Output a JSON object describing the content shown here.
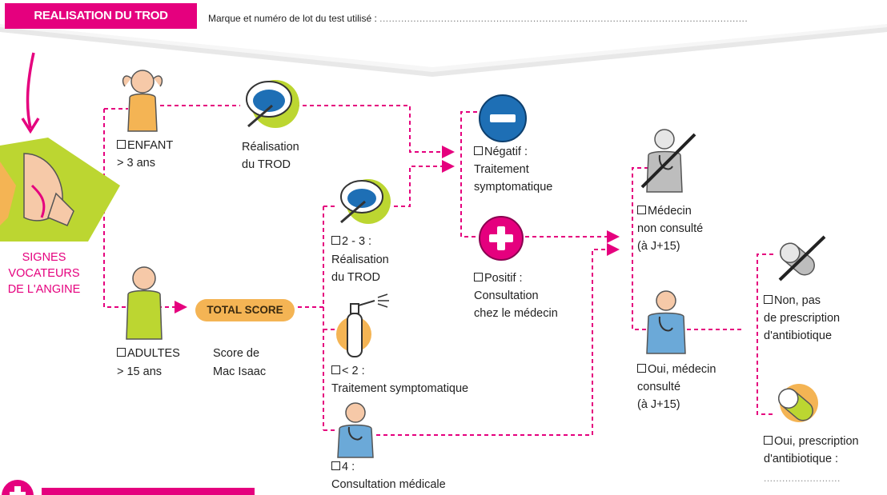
{
  "header": {
    "title": "REALISATION DU TROD",
    "lot_label": "Marque et numéro de lot du test utilisé :",
    "lot_dots": "........................................................................................................................"
  },
  "left": {
    "signes": [
      "SIGNES",
      "VOCATEURS",
      "DE L'ANGINE"
    ]
  },
  "enfant": {
    "label": "ENFANT",
    "age": "> 3 ans",
    "test_line1": "Réalisation",
    "test_line2": "du TROD"
  },
  "adultes": {
    "label": "ADULTES",
    "age": "> 15 ans",
    "score_badge": "TOTAL SCORE",
    "score_line1": "Score de",
    "score_line2": "Mac Isaac"
  },
  "score_branches": {
    "b23_label": "2 - 3 :",
    "b23_line1": "Réalisation",
    "b23_line2": "du TROD",
    "blt2_label": "< 2 :",
    "blt2_line1": "Traitement symptomatique",
    "b4_label": "4 :",
    "b4_line1": "Consultation médicale"
  },
  "results": {
    "negatif_label": "Négatif :",
    "negatif_line1": "Traitement",
    "negatif_line2": "symptomatique",
    "positif_label": "Positif :",
    "positif_line1": "Consultation",
    "positif_line2": "chez le médecin"
  },
  "medecin": {
    "non_label": "Médecin",
    "non_line1": "non consulté",
    "non_line2": "(à J+15)",
    "oui_label": "Oui, médecin",
    "oui_line1": "consulté",
    "oui_line2": "(à J+15)"
  },
  "prescription": {
    "non_label": "Non, pas",
    "non_line1": "de prescription",
    "non_line2": "d'antibiotique",
    "oui_label": "Oui, prescription",
    "oui_line1": "d'antibiotique :",
    "oui_dots": "........................."
  },
  "colors": {
    "accent": "#e5007e",
    "blue": "#1e6fb5",
    "lime": "#bcd631",
    "orange": "#f4b454"
  }
}
